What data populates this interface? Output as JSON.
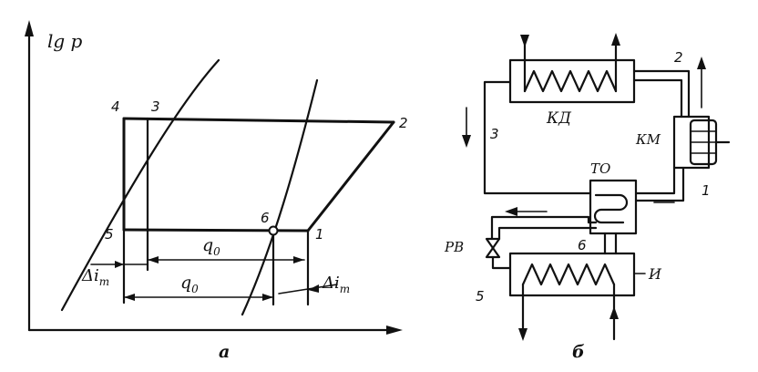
{
  "diagram_a": {
    "axis_y_label": "lg p",
    "caption": "а",
    "points": [
      "1",
      "2",
      "3",
      "4",
      "5",
      "6"
    ],
    "q0_label": "q",
    "q0_sub": "0",
    "delta_i_label": "Δi",
    "delta_i_sub": "т"
  },
  "diagram_b": {
    "caption": "б",
    "condenser": "КД",
    "compressor": "КМ",
    "heat_exchanger": "ТО",
    "valve": "РВ",
    "evaporator": "И",
    "stream_numbers": [
      "1",
      "2",
      "3",
      "5",
      "6"
    ]
  },
  "colors": {
    "ink": "#111111",
    "paper": "#ffffff"
  }
}
